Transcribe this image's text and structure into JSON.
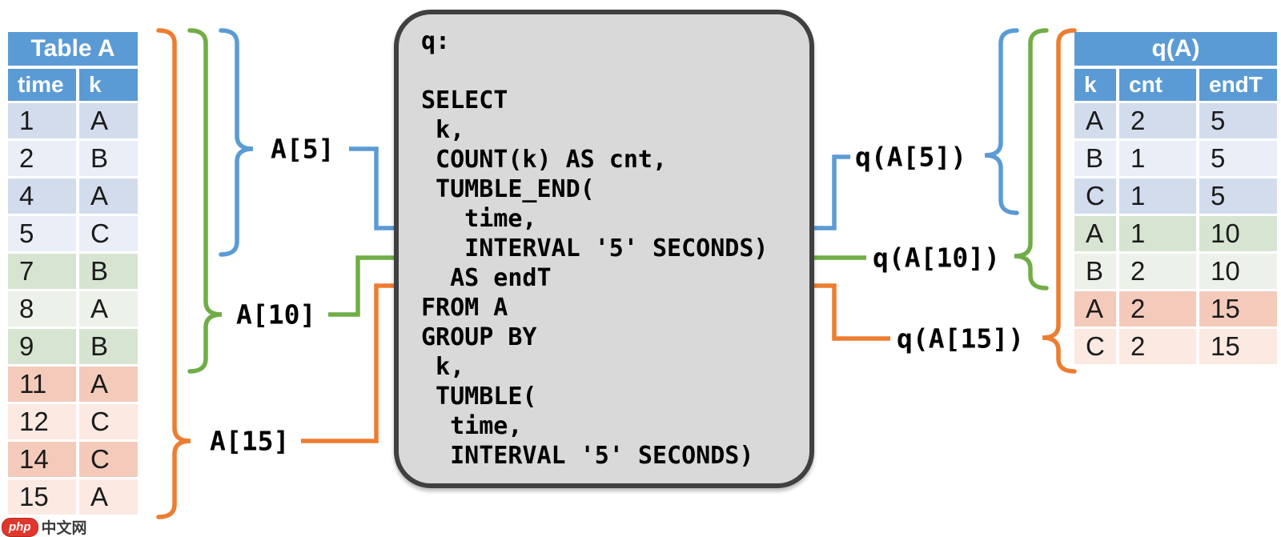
{
  "colors": {
    "header_blue": "#5B9BD5",
    "header_text": "#FFFFFF",
    "cell_text": "#1B1B1B",
    "box_fill": "#D9D9D9",
    "box_border": "#404040",
    "w5": "#5B9BD5",
    "w10": "#70AD47",
    "w15": "#ED7D31",
    "w5_dark": "#D2DCEC",
    "w5_light": "#E9EEF7",
    "w10_dark": "#D7E4D1",
    "w10_light": "#ECF2E9",
    "w15_dark": "#F4CBBB",
    "w15_light": "#FBE9E2"
  },
  "left_table": {
    "title": "Table A",
    "columns": [
      "time",
      "k"
    ],
    "rows": [
      {
        "cells": [
          "1",
          "A"
        ],
        "window": "5"
      },
      {
        "cells": [
          "2",
          "B"
        ],
        "window": "5"
      },
      {
        "cells": [
          "4",
          "A"
        ],
        "window": "5"
      },
      {
        "cells": [
          "5",
          "C"
        ],
        "window": "5"
      },
      {
        "cells": [
          "7",
          "B"
        ],
        "window": "10"
      },
      {
        "cells": [
          "8",
          "A"
        ],
        "window": "10"
      },
      {
        "cells": [
          "9",
          "B"
        ],
        "window": "10"
      },
      {
        "cells": [
          "11",
          "A"
        ],
        "window": "15"
      },
      {
        "cells": [
          "12",
          "C"
        ],
        "window": "15"
      },
      {
        "cells": [
          "14",
          "C"
        ],
        "window": "15"
      },
      {
        "cells": [
          "15",
          "A"
        ],
        "window": "15"
      }
    ]
  },
  "right_table": {
    "title": "q(A)",
    "columns": [
      "k",
      "cnt",
      "endT"
    ],
    "rows": [
      {
        "cells": [
          "A",
          "2",
          "5"
        ],
        "window": "5"
      },
      {
        "cells": [
          "B",
          "1",
          "5"
        ],
        "window": "5"
      },
      {
        "cells": [
          "C",
          "1",
          "5"
        ],
        "window": "5"
      },
      {
        "cells": [
          "A",
          "1",
          "10"
        ],
        "window": "10"
      },
      {
        "cells": [
          "B",
          "2",
          "10"
        ],
        "window": "10"
      },
      {
        "cells": [
          "A",
          "2",
          "15"
        ],
        "window": "15"
      },
      {
        "cells": [
          "C",
          "2",
          "15"
        ],
        "window": "15"
      }
    ]
  },
  "query_box": {
    "code": "q:\n\nSELECT\n k,\n COUNT(k) AS cnt,\n TUMBLE_END(\n   time,\n   INTERVAL '5' SECONDS)\n  AS endT\nFROM A\nGROUP BY\n k,\n TUMBLE(\n  time,\n  INTERVAL '5' SECONDS)"
  },
  "window_labels": {
    "a5": "A[5]",
    "a10": "A[10]",
    "a15": "A[15]",
    "qa5": "q(A[5])",
    "qa10": "q(A[10])",
    "qa15": "q(A[15])"
  },
  "watermark": {
    "badge": "php",
    "text": "中文网"
  }
}
